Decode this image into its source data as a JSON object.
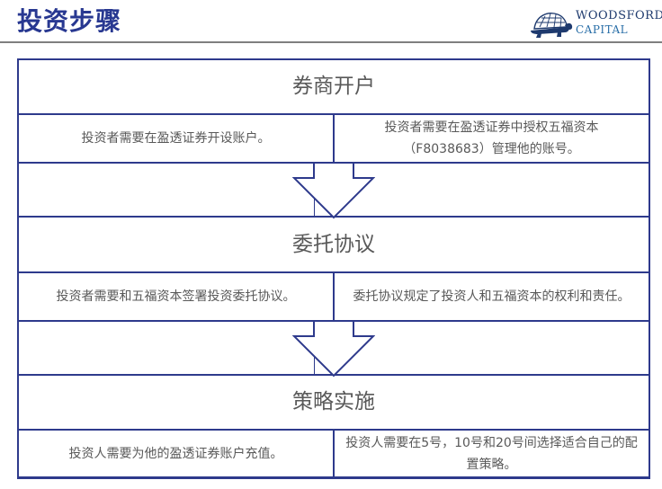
{
  "header": {
    "title": "投资步骤",
    "logo": {
      "line1": "WOODSFORD",
      "line2": "CAPITAL",
      "icon": "tortoise-icon"
    }
  },
  "colors": {
    "accent": "#283891",
    "border": "#2e3a8c",
    "text": "#595959",
    "rule": "#7f7f7f"
  },
  "steps": [
    {
      "title": "券商开户",
      "left": "投资者需要在盈透证券开设账户。",
      "right": "投资者需要在盈透证券中授权五福资本（F8038683）管理他的账号。"
    },
    {
      "title": "委托协议",
      "left": "投资者需要和五福资本签署投资委托协议。",
      "right": "委托协议规定了投资人和五福资本的权利和责任。"
    },
    {
      "title": "策略实施",
      "left": "投资人需要为他的盈透证券账户充值。",
      "right": "投资人需要在5号，10号和20号间选择适合自己的配置策略。"
    }
  ],
  "arrows": [
    {
      "icon": "down-arrow-icon"
    },
    {
      "icon": "down-arrow-icon"
    }
  ]
}
